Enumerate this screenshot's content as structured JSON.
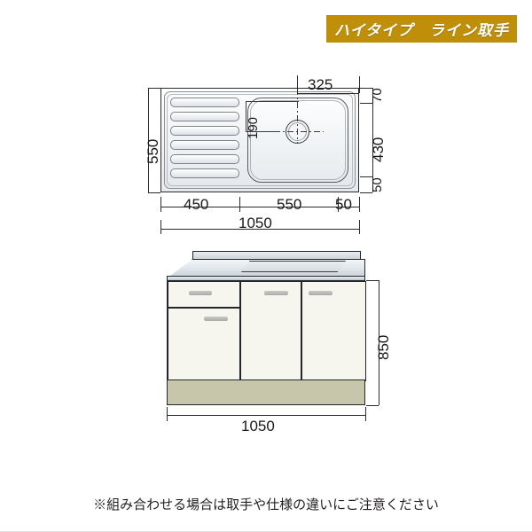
{
  "banner": {
    "label": "ハイタイプ　ライン取手",
    "bg_color": "#bf8f09",
    "text_color": "#ffffff"
  },
  "plan_view": {
    "name": "sink-top-view",
    "dimensions": {
      "overall_width": "1050",
      "overall_depth": "550",
      "drainboard_width": "450",
      "basin_width": "550",
      "right_margin": "50",
      "drain_from_right": "325",
      "drain_from_top": "190",
      "top_margin": "70",
      "basin_depth": "430",
      "bottom_margin": "50"
    },
    "drainboard_ridge_count": 6
  },
  "front_view": {
    "name": "cabinet-front-view",
    "dimensions": {
      "overall_width": "1050",
      "overall_height": "850"
    },
    "plinth_color": "#c7c5aa",
    "door_color": "#f7f6ee",
    "handle_color": "#b4b6b3",
    "panels": [
      "drawer",
      "left-door",
      "center-door",
      "right-door"
    ]
  },
  "footer": {
    "note": "※組み合わせる場合は取手や仕様の違いにご注意ください"
  }
}
